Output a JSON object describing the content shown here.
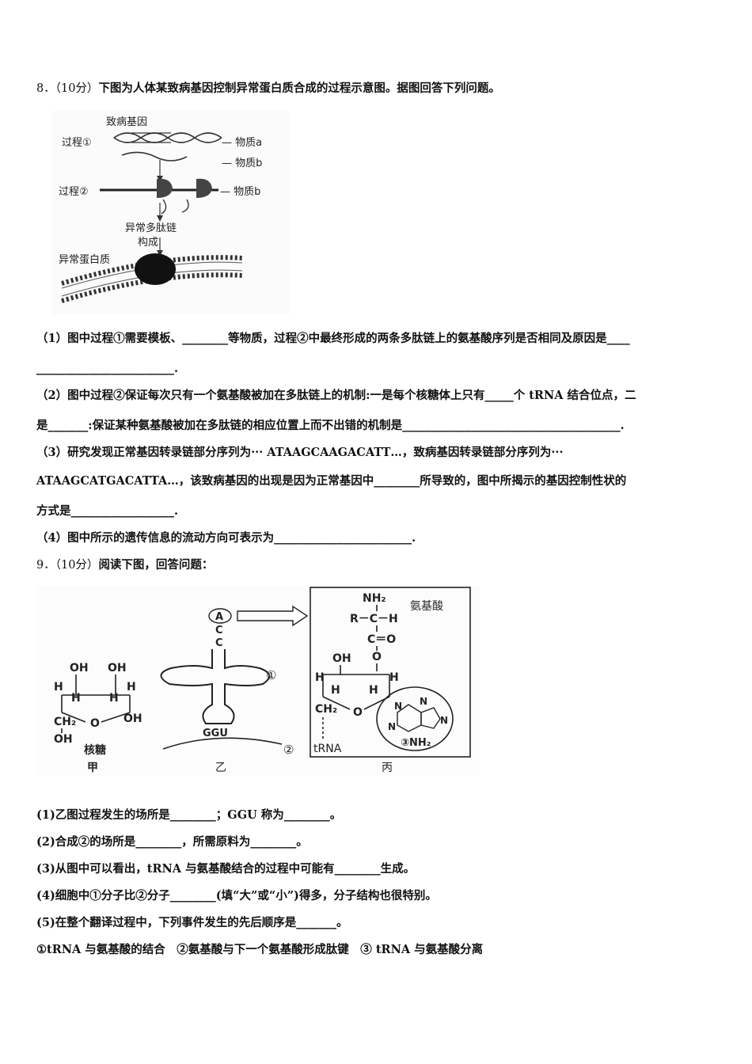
{
  "q8": {
    "header_num": "8．（10分）",
    "header_text": "下图为人体某致病基因控制异常蛋白质合成的过程示意图。据图回答下列问题。",
    "figure_labels": {
      "gene": "致病基因",
      "process1": "过程①",
      "process2": "过程②",
      "substance_a": "— 物质a",
      "substance_b1": "— 物质b",
      "substance_b2": "— 物质b",
      "abnormal_peptide_1": "异常多肽链",
      "abnormal_peptide_2": "构成",
      "abnormal_protein": "异常蛋白质"
    },
    "p1_line1": "（1）图中过程①需要模板、________等物质，过程②中最终形成的两条多肽链上的氨基酸序列是否相同及原因是____",
    "p1_line2": "________________________.",
    "p2_line1": "（2）图中过程②保证每次只有一个氨基酸被加在多肽链上的机制:一是每个核糖体上只有_____个 tRNA 结合位点，二",
    "p2_line2": "是_______:保证某种氨基酸被加在多肽链的相应位置上而不出错的机制是______________________________________.",
    "p3_line1": "（3）研究发现正常基因转录链部分序列为··· ATAAGCAAGACATT…，致病基因转录链部分序列为···",
    "p3_line2": "ATAAGCATGACATTA…，该致病基因的出现是因为正常基因中________所导致的，图中所揭示的基因控制性状的",
    "p3_line3": "方式是__________________.",
    "p4_line1": "（4）图中所示的遗传信息的流动方向可表示为________________________."
  },
  "q9": {
    "header_num": "9．（10分）",
    "header_text": "阅读下图，回答问题：",
    "figure_labels": {
      "ribose": "核糖",
      "jia": "甲",
      "yi": "乙",
      "bing": "丙",
      "amino_acid": "氨基酸",
      "trna": "tRNA",
      "ggu": "GGU",
      "circle1": "①",
      "circle2": "②",
      "circle3": "③NH₂",
      "a": "A",
      "c1": "C",
      "c2": "C",
      "oh": "OH",
      "h": "H",
      "ch2": "CH₂",
      "o": "O",
      "nh2": "NH₂",
      "r_c_h": "R－C－H",
      "c_o": "C＝O",
      "n": "N"
    },
    "q1": "(1)乙图过程发生的场所是________；GGU 称为________。",
    "q2": "(2)合成②的场所是________，所需原料为________。",
    "q3": "(3)从图中可以看出，tRNA 与氨基酸结合的过程中可能有________生成。",
    "q4": "(4)细胞中①分子比②分子________(填“大”或“小”)得多，分子结构也很特别。",
    "q5": "(5)在整个翻译过程中，下列事件发生的先后顺序是_______。",
    "q5_options": "①tRNA 与氨基酸的结合　②氨基酸与下一个氨基酸形成肽键　③ tRNA 与氨基酸分离"
  }
}
